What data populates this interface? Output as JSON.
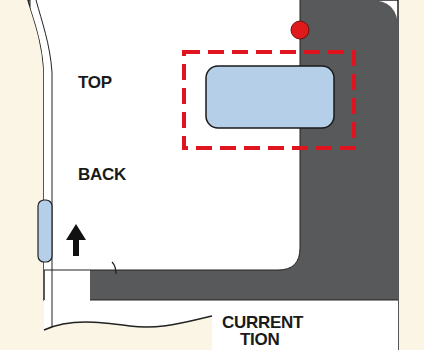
{
  "diagram": {
    "labels": [
      "TOP",
      "BACK",
      "CURRENT",
      "TION"
    ]
  }
}
